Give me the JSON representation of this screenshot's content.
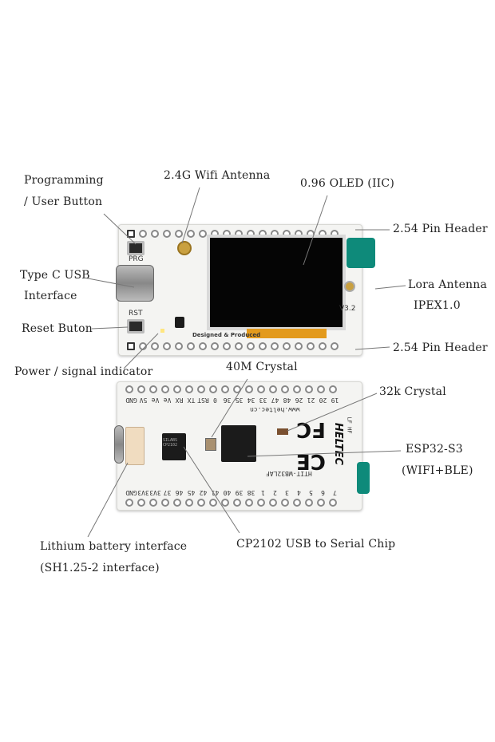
{
  "labels": {
    "programming_1": "Programming",
    "programming_2": "/ User Button",
    "wifi_antenna": "2.4G Wifi Antenna",
    "oled": "0.96 OLED (IIC)",
    "pin_header_top": "2.54 Pin Header",
    "type_c_1": "Type C USB",
    "type_c_2": "Interface",
    "lora_1": "Lora Antenna",
    "lora_2": "IPEX1.0",
    "reset": "Reset Buton",
    "pin_header_bottom": "2.54 Pin Header",
    "power_indicator": "Power / signal indicator",
    "crystal_40m": "40M Crystal",
    "crystal_32k": "32k Crystal",
    "esp32_1": "ESP32-S3",
    "esp32_2": "(WIFI+BLE)",
    "battery_1": "Lithium battery interface",
    "battery_2": "(SH1.25-2 interface)",
    "cp2102": "CP2102 USB to Serial  Chip"
  },
  "front_board": {
    "prg": "PRG",
    "rst": "RST",
    "version": "V3.2",
    "designed": "Designed & Produced"
  },
  "back_board": {
    "top_pins": [
      "GND",
      "5V",
      "Ve",
      "Ve",
      "RX",
      "TX",
      "RST",
      "0",
      "36",
      "35",
      "34",
      "33",
      "47",
      "48",
      "26",
      "21",
      "20",
      "19"
    ],
    "bottom_pins": [
      "GND",
      "3V3",
      "3V3",
      "37",
      "46",
      "45",
      "42",
      "41",
      "40",
      "39",
      "38",
      "1",
      "2",
      "3",
      "4",
      "5",
      "6",
      "7"
    ],
    "website": "www.heltec.cn",
    "model": "HTIT-WB32LAF",
    "brand": "HELTEC",
    "chip_text": "SILABS CP2102",
    "lf_hf": "LF HF"
  }
}
